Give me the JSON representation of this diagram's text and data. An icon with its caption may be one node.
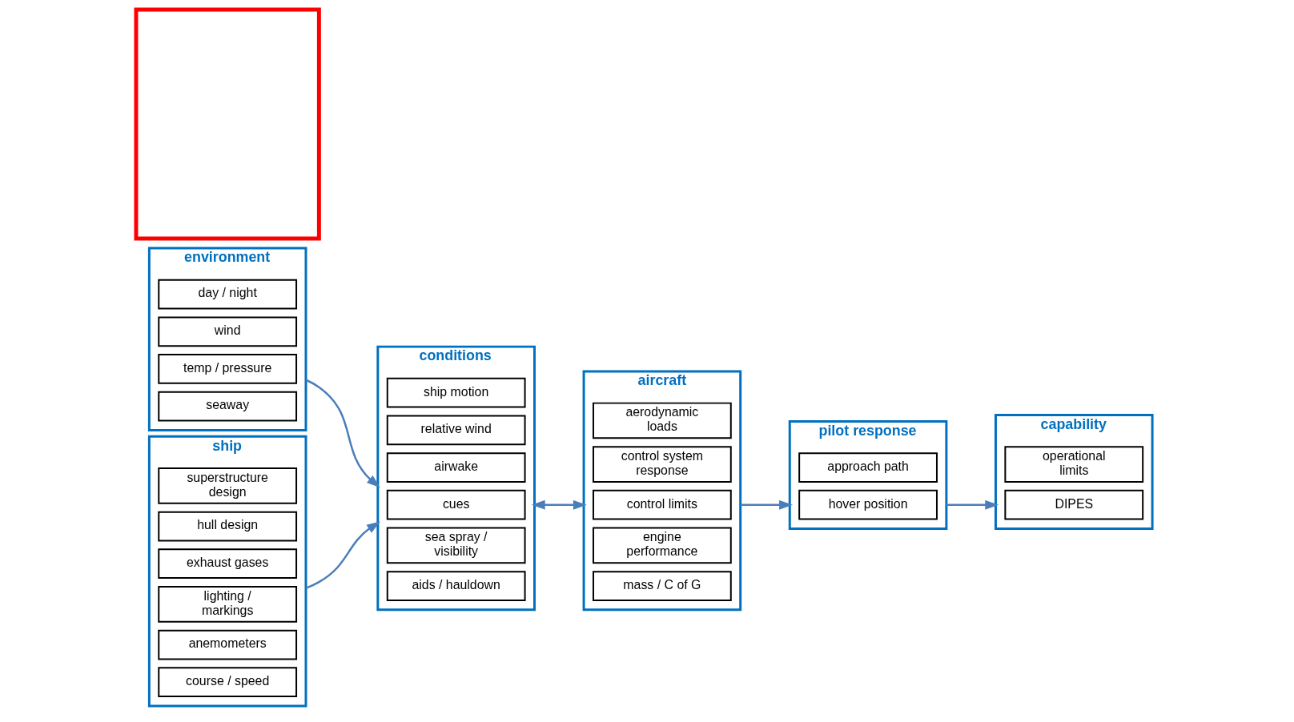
{
  "diagram": {
    "nodes": [
      {
        "text": [
          "environment"
        ]
      },
      {
        "text": [
          "day / night"
        ],
        "in": 0
      },
      {
        "text": [
          "wind"
        ],
        "in": 0
      },
      {
        "text": [
          "temp / pressure"
        ],
        "in": 0
      },
      {
        "text": [
          "seaway"
        ],
        "in": 0
      },
      {
        "text": [
          "ship"
        ]
      },
      {
        "text": [
          "superstructure design"
        ],
        "in": 5
      },
      {
        "text": [
          "hull design"
        ],
        "in": 5
      },
      {
        "text": [
          "exhaust gases"
        ],
        "in": 5
      },
      {
        "text": [
          "lighting / markings"
        ],
        "in": 5
      },
      {
        "text": [
          "anemometers"
        ],
        "in": 5
      },
      {
        "text": [
          "course / speed"
        ],
        "in": 5
      },
      {
        "text": [
          "conditions"
        ]
      },
      {
        "text": [
          "ship motion"
        ],
        "in": 12
      },
      {
        "text": [
          "relative wind"
        ],
        "in": 12
      },
      {
        "text": [
          "airwake"
        ],
        "in": 12
      },
      {
        "text": [
          "cues"
        ],
        "in": 12
      },
      {
        "text": [
          "sea spray / visibility"
        ],
        "in": 12
      },
      {
        "text": [
          "aids / hauldown"
        ],
        "in": 12
      },
      {
        "text": [
          "aircraft"
        ]
      },
      {
        "text": [
          "aerodynamic loads"
        ],
        "in": 19
      },
      {
        "text": [
          "control system response"
        ],
        "in": 19
      },
      {
        "text": [
          "control limits"
        ],
        "in": 19
      },
      {
        "text": [
          "engine performance"
        ],
        "in": 19
      },
      {
        "text": [
          "mass / C of G"
        ],
        "in": 19
      },
      {
        "text": [
          "pilot response"
        ]
      },
      {
        "text": [
          "approach path"
        ],
        "in": 25
      },
      {
        "text": [
          "hover position"
        ],
        "in": 25
      },
      {
        "text": [
          "capability"
        ]
      },
      {
        "text": [
          "operational limits"
        ],
        "in": 28
      },
      {
        "text": [
          "DIPES"
        ],
        "in": 28
      },
      {
        "text": [],
        "shape": "box"
      }
    ],
    "edges": [
      {
        "from": 0,
        "to": 12,
        "arrow": "to"
      },
      {
        "from": 5,
        "to": 12,
        "arrow": "to"
      },
      {
        "from": 12,
        "to": 19,
        "arrow": "both"
      },
      {
        "from": 19,
        "to": 25,
        "arrow": "to"
      },
      {
        "from": 25,
        "to": 28,
        "arrow": "to"
      }
    ]
  }
}
